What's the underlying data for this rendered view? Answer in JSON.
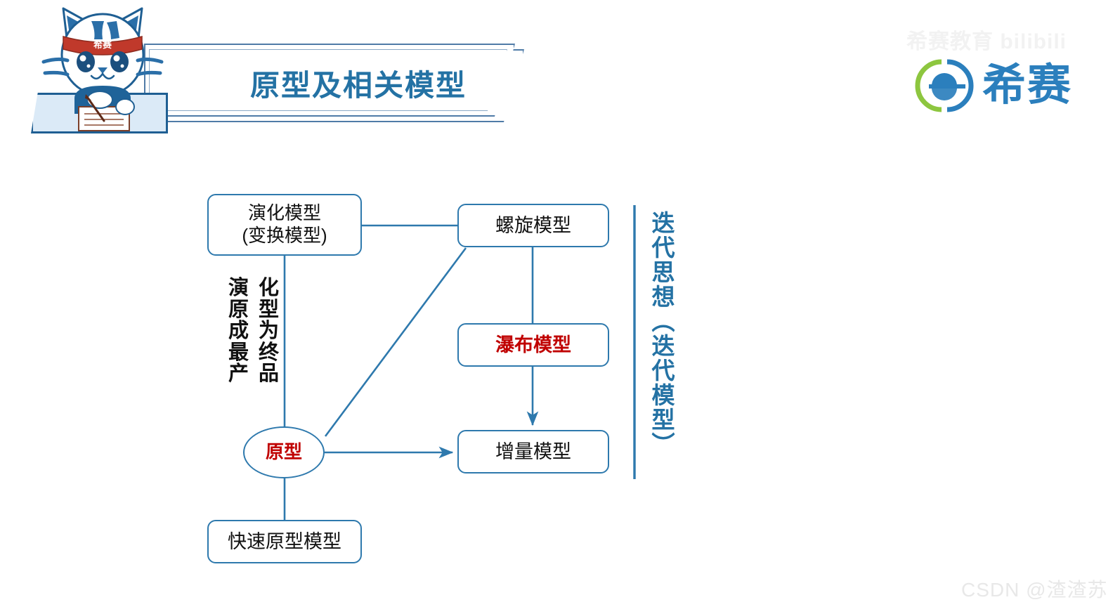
{
  "slide": {
    "title": "原型及相关模型",
    "brand_logo_text": "希赛",
    "bili_watermark": "希赛教育  bilibili",
    "csdn_watermark": "CSDN @渣渣苏"
  },
  "diagram": {
    "type": "flowchart",
    "nodes": [
      {
        "id": "evolution",
        "label": "演化模型\n(变换模型)",
        "color": "#111111"
      },
      {
        "id": "spiral",
        "label": "螺旋模型",
        "color": "#111111"
      },
      {
        "id": "waterfall",
        "label": "瀑布模型",
        "color": "#c00000"
      },
      {
        "id": "increment",
        "label": "增量模型",
        "color": "#111111"
      },
      {
        "id": "prototype",
        "label": "原型",
        "color": "#c00000"
      },
      {
        "id": "rapid",
        "label": "快速原型模型",
        "color": "#111111"
      }
    ],
    "side_note": {
      "text": "演化原型成为最终产品",
      "chars": [
        "演",
        "化",
        "原",
        "型",
        "成",
        "为",
        "最",
        "终",
        "产",
        "品"
      ]
    },
    "bracket_label": "迭代思想（迭代模型）",
    "edges": [
      {
        "from": "evolution",
        "to": "spiral",
        "arrow": false
      },
      {
        "from": "evolution",
        "to": "prototype",
        "arrow": false
      },
      {
        "from": "spiral",
        "to": "prototype",
        "arrow": false
      },
      {
        "from": "spiral",
        "to": "waterfall",
        "arrow": false
      },
      {
        "from": "waterfall",
        "to": "increment",
        "arrow": true
      },
      {
        "from": "prototype",
        "to": "increment",
        "arrow": true
      },
      {
        "from": "prototype",
        "to": "rapid",
        "arrow": false
      }
    ],
    "line_color": "#2e79ad"
  },
  "colors": {
    "accent_blue": "#2472a4",
    "node_border": "#2e79ad",
    "red_text": "#c00000",
    "banner_border": "#4f7ba7",
    "desk_fill": "#dbeaf7",
    "mascot_blue": "#1f6399",
    "mascot_band_red": "#c0392b",
    "logo_green": "#8dc63f"
  }
}
